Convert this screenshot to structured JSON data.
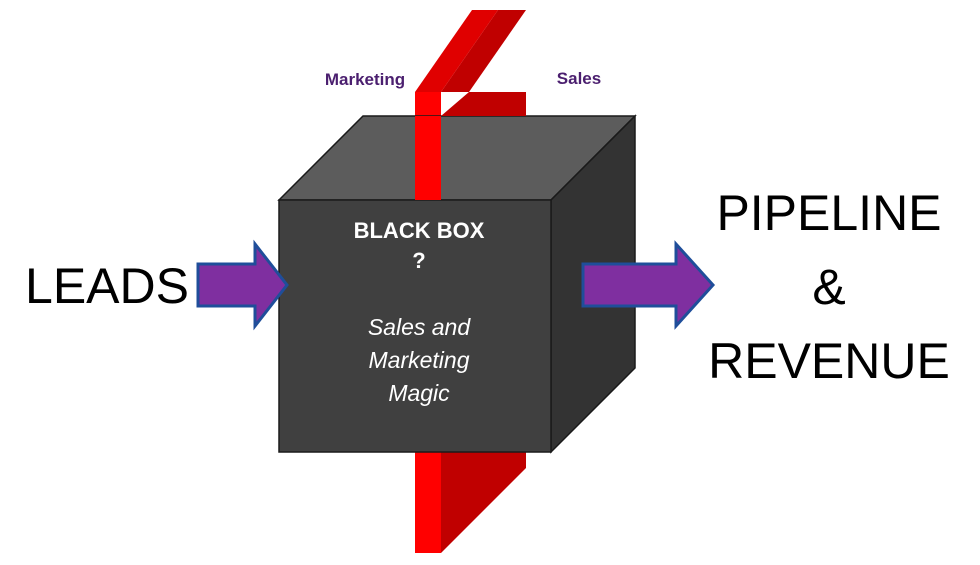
{
  "labels": {
    "marketing": "Marketing",
    "sales": "Sales",
    "leads": "LEADS",
    "pipeline": "PIPELINE",
    "ampersand": "&",
    "revenue": "REVENUE"
  },
  "box": {
    "title": "BLACK BOX",
    "question": "?",
    "line1": "Sales and",
    "line2": "Marketing",
    "line3": "Magic"
  },
  "colors": {
    "divider_front": "#ff0000",
    "divider_side": "#c00000",
    "cube_front": "#404040",
    "cube_top": "#5c5c5c",
    "cube_side": "#333333",
    "arrow_fill": "#7f2fa0",
    "arrow_stroke": "#1f4e9a",
    "label_purple": "#4b1f6f"
  }
}
